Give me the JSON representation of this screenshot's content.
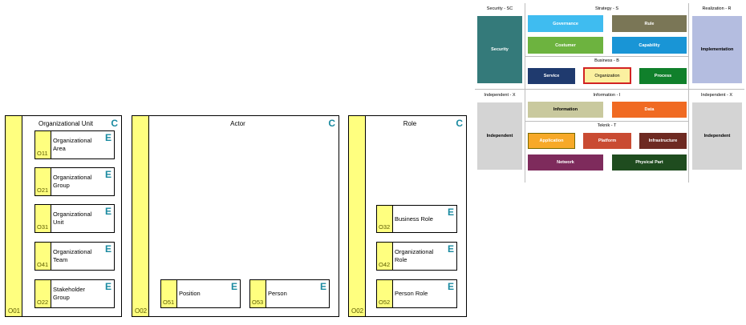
{
  "model": {
    "class_marker": "C",
    "element_marker": "E",
    "containers": [
      {
        "title": "Organizational Unit",
        "code": "O01",
        "elements": [
          {
            "label": "Organizational Area",
            "code": "O11"
          },
          {
            "label": "Organizational Group",
            "code": "O21"
          },
          {
            "label": "Organizational Unit",
            "code": "O31"
          },
          {
            "label": "Organizational Team",
            "code": "O41"
          },
          {
            "label": "Stakeholder Group",
            "code": "O22"
          }
        ]
      },
      {
        "title": "Actor",
        "code": "O02",
        "elements": [
          {
            "label": "Position",
            "code": "O51"
          },
          {
            "label": "Person",
            "code": "O53"
          }
        ]
      },
      {
        "title": "Role",
        "code": "O02",
        "elements": [
          {
            "label": "Business Role",
            "code": "O32"
          },
          {
            "label": "Organizational Role",
            "code": "O42"
          },
          {
            "label": "Person Role",
            "code": "O52"
          }
        ]
      }
    ]
  },
  "framework": {
    "headers": {
      "security": "Security - SC",
      "strategy": "Strategy - S",
      "realization": "Realization - R",
      "business": "Business - B",
      "independent_left": "Independent - X",
      "information": "Information - I",
      "independent_right": "Independent - X",
      "teknik": "Teknik - T"
    },
    "tiles": {
      "security": {
        "label": "Security",
        "color": "#347a7a"
      },
      "implementation": {
        "label": "Implementation",
        "color": "#b4bde0"
      },
      "governance": {
        "label": "Governance",
        "color": "#3fbcf0"
      },
      "rule": {
        "label": "Rule",
        "color": "#7a7656"
      },
      "costumer": {
        "label": "Costumer",
        "color": "#6db33f"
      },
      "capability": {
        "label": "Capability",
        "color": "#1995d6"
      },
      "service": {
        "label": "Service",
        "color": "#1f3a6e"
      },
      "organization": {
        "label": "Organization",
        "color": "#fbf0a0",
        "border": "#d22323"
      },
      "process": {
        "label": "Process",
        "color": "#10802b"
      },
      "independent_left": {
        "label": "Independent",
        "color": "#d4d4d4"
      },
      "information": {
        "label": "Information",
        "color": "#c9c99e"
      },
      "data": {
        "label": "Data",
        "color": "#f06a22"
      },
      "independent_right": {
        "label": "Independent",
        "color": "#d4d4d4"
      },
      "application": {
        "label": "Application",
        "color": "#f7a928",
        "border": "#7a6a00"
      },
      "platform": {
        "label": "Platform",
        "color": "#c94b32"
      },
      "infrastructure": {
        "label": "Infrastructure",
        "color": "#6e2a22"
      },
      "network": {
        "label": "Network",
        "color": "#7e2b5c"
      },
      "physical_part": {
        "label": "Physical Part",
        "color": "#1f4c1f"
      }
    }
  }
}
